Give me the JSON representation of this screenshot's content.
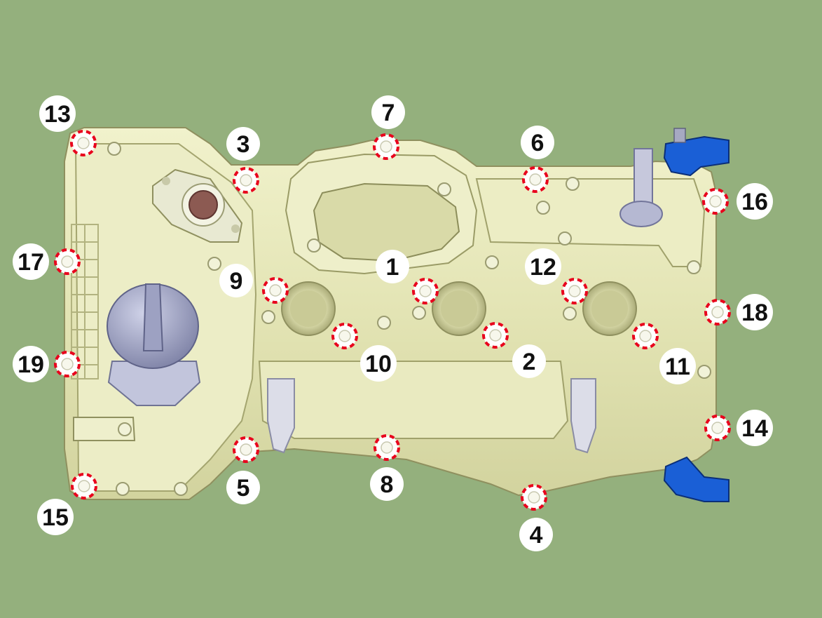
{
  "diagram": {
    "callouts": [
      {
        "id": "callout-1",
        "text": "1"
      },
      {
        "id": "callout-2",
        "text": "2"
      },
      {
        "id": "callout-3",
        "text": "3"
      },
      {
        "id": "callout-4",
        "text": "4"
      },
      {
        "id": "callout-5",
        "text": "5"
      },
      {
        "id": "callout-6",
        "text": "6"
      },
      {
        "id": "callout-7",
        "text": "7"
      },
      {
        "id": "callout-8",
        "text": "8"
      },
      {
        "id": "callout-9",
        "text": "9"
      },
      {
        "id": "callout-10",
        "text": "10"
      },
      {
        "id": "callout-11",
        "text": "11"
      },
      {
        "id": "callout-12",
        "text": "12"
      },
      {
        "id": "callout-13",
        "text": "13"
      },
      {
        "id": "callout-14",
        "text": "14"
      },
      {
        "id": "callout-15",
        "text": "15"
      },
      {
        "id": "callout-16",
        "text": "16"
      },
      {
        "id": "callout-17",
        "text": "17"
      },
      {
        "id": "callout-18",
        "text": "18"
      },
      {
        "id": "callout-19",
        "text": "19"
      }
    ],
    "colors": {
      "background": "#94b07d",
      "cover": "#e6e7b8",
      "bolt_marker": "#e8001c",
      "connector": "#1a5fd6"
    }
  }
}
